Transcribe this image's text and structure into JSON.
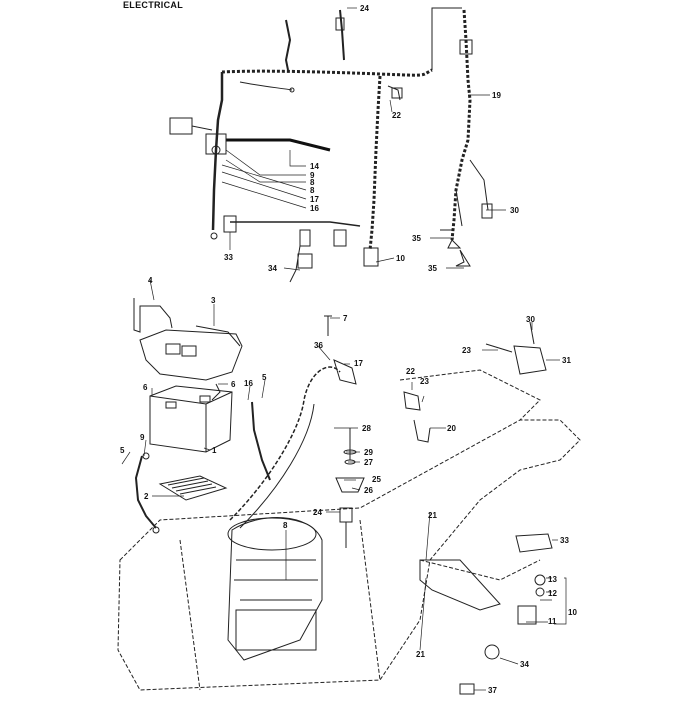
{
  "title": "ELECTRICAL",
  "callouts": {
    "c1": "1",
    "c2": "2",
    "c3": "3",
    "c4": "4",
    "c5a": "5",
    "c5b": "5",
    "c6a": "6",
    "c6b": "6",
    "c7": "7",
    "c8a": "8",
    "c8b": "8",
    "c8c": "8",
    "c9a": "9",
    "c9b": "9",
    "c10a": "10",
    "c10b": "10",
    "c11": "11",
    "c12": "12",
    "c13": "13",
    "c14": "14",
    "c16a": "16",
    "c16b": "16",
    "c17a": "17",
    "c17b": "17",
    "c19": "19",
    "c20": "20",
    "c21": "21",
    "c22a": "22",
    "c22b": "22",
    "c23a": "23",
    "c23b": "23",
    "c24a": "24",
    "c24b": "24",
    "c25": "25",
    "c26": "26",
    "c27": "27",
    "c28": "28",
    "c29": "29",
    "c30a": "30",
    "c30b": "30",
    "c31": "31",
    "c33a": "33",
    "c33b": "33",
    "c34a": "34",
    "c34b": "34",
    "c35a": "35",
    "c35b": "35",
    "c36": "36",
    "c37": "37"
  }
}
